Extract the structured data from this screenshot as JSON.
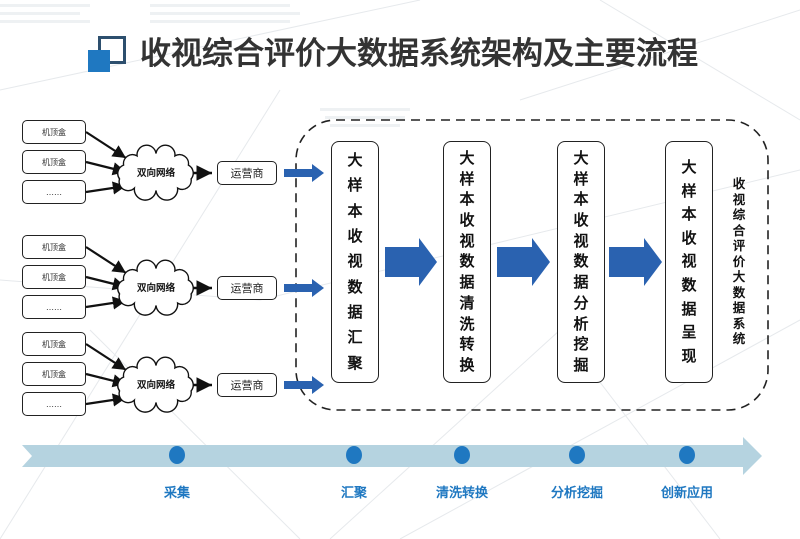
{
  "title": "收视综合评价大数据系统架构及主要流程",
  "colors": {
    "accent_blue": "#1f78c1",
    "arrow_blue": "#2a62b0",
    "timeline_bar": "#b5d3e0",
    "title_text": "#333333",
    "icon_dark": "#2d4f6e"
  },
  "sources": [
    {
      "boxes": [
        "机顶盒",
        "机顶盒",
        "……"
      ],
      "network": "双向网络",
      "operator": "运营商"
    },
    {
      "boxes": [
        "机顶盒",
        "机顶盒",
        "……"
      ],
      "network": "双向网络",
      "operator": "运营商"
    },
    {
      "boxes": [
        "机顶盒",
        "机顶盒",
        "……"
      ],
      "network": "双向网络",
      "operator": "运营商"
    }
  ],
  "stages": [
    {
      "label": "大样本收视数据汇聚",
      "chars": [
        "大",
        "样",
        "本",
        "收",
        "视",
        "数",
        "据",
        "汇",
        "聚"
      ]
    },
    {
      "label": "大样本收视数据清洗转换",
      "chars": [
        "大",
        "样",
        "本",
        "收",
        "视",
        "数",
        "据",
        "清",
        "洗",
        "转",
        "换"
      ]
    },
    {
      "label": "大样本收视数据分析挖掘",
      "chars": [
        "大",
        "样",
        "本",
        "收",
        "视",
        "数",
        "据",
        "分",
        "析",
        "挖",
        "掘"
      ]
    },
    {
      "label": "大样本收视数据呈现",
      "chars": [
        "大",
        "样",
        "本",
        "收",
        "视",
        "数",
        "据",
        "呈",
        "现"
      ]
    }
  ],
  "system_label": {
    "label": "收视综合评价大数据系统",
    "chars": [
      "收",
      "视",
      "综",
      "合",
      "评",
      "价",
      "大",
      "数",
      "据",
      "系",
      "统"
    ]
  },
  "timeline": {
    "steps": [
      "采集",
      "汇聚",
      "清洗转换",
      "分析挖掘",
      "创新应用"
    ]
  }
}
